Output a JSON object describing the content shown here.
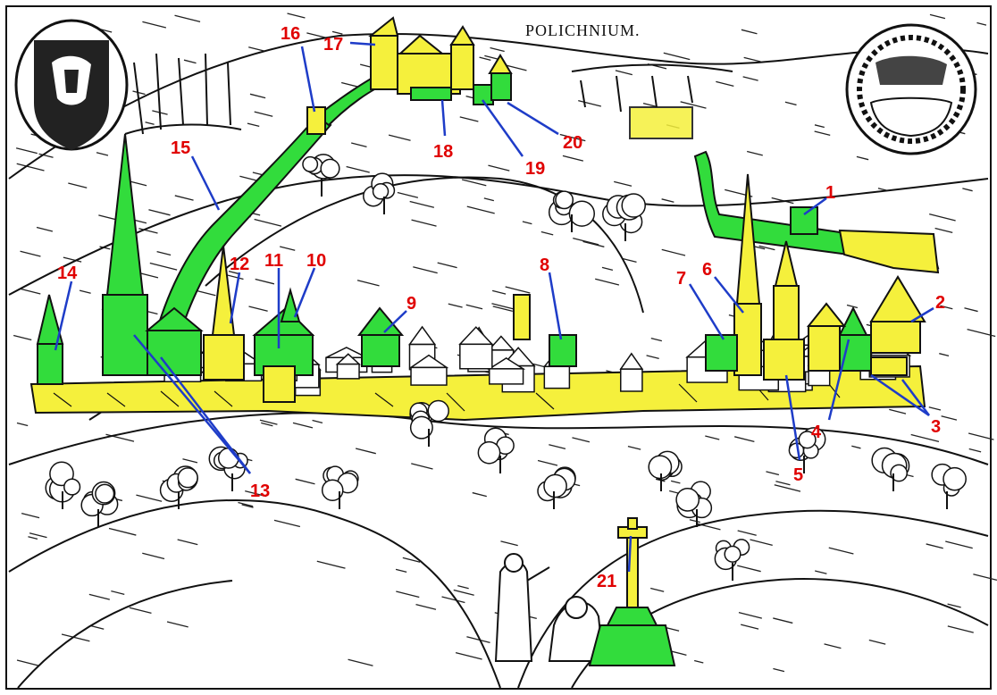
{
  "map_title": "POLICHNIUM.",
  "colors": {
    "yellow": "#f5f03c",
    "green": "#32dc3c",
    "label_red": "#e00000",
    "leader_blue": "#1e3cc8",
    "ink": "#111111"
  },
  "labels": [
    "1",
    "2",
    "3",
    "4",
    "5",
    "6",
    "7",
    "8",
    "9",
    "10",
    "11",
    "12",
    "13",
    "14",
    "15",
    "16",
    "17",
    "18",
    "19",
    "20",
    "21"
  ]
}
